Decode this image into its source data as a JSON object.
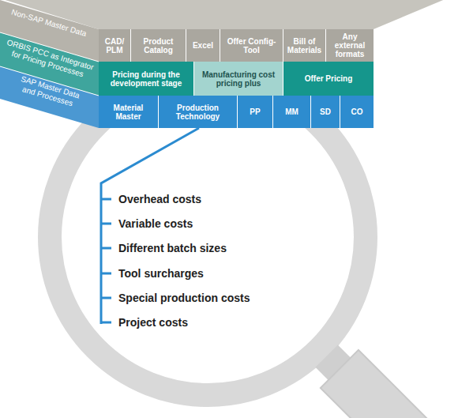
{
  "diagram": {
    "nodes": [
      {
        "text": [
          "Non-SAP Master Data"
        ]
      },
      {
        "text": [
          "CAD/ PLM"
        ],
        "in": 0
      },
      {
        "text": [
          "Product Catalog"
        ],
        "in": 0
      },
      {
        "text": [
          "Excel"
        ],
        "in": 0
      },
      {
        "text": [
          "Offer Config- Tool"
        ],
        "in": 0
      },
      {
        "text": [
          "Bill of Materials"
        ],
        "in": 0
      },
      {
        "text": [
          "Any external formats"
        ],
        "in": 0
      },
      {
        "text": [
          "ORBIS PCC as Integrator for Pricing Processes"
        ]
      },
      {
        "text": [
          "Pricing during the development stage"
        ],
        "in": 7
      },
      {
        "text": [
          "Manufacturing cost pricing plus"
        ],
        "in": 7
      },
      {
        "text": [
          "Offer Pricing"
        ],
        "in": 7
      },
      {
        "text": [
          "SAP Master Data and Processes"
        ]
      },
      {
        "text": [
          "Material Master"
        ],
        "in": 11
      },
      {
        "text": [
          "Production Technology"
        ],
        "in": 11
      },
      {
        "text": [
          "PP"
        ],
        "in": 11
      },
      {
        "text": [
          "MM"
        ],
        "in": 11
      },
      {
        "text": [
          "SD"
        ],
        "in": 11
      },
      {
        "text": [
          "CO"
        ],
        "in": 11
      }
    ],
    "labels": [
      "Overhead costs",
      "Variable costs",
      "Different batch sizes",
      "Tool surcharges",
      "Special production costs",
      "Project costs"
    ]
  }
}
